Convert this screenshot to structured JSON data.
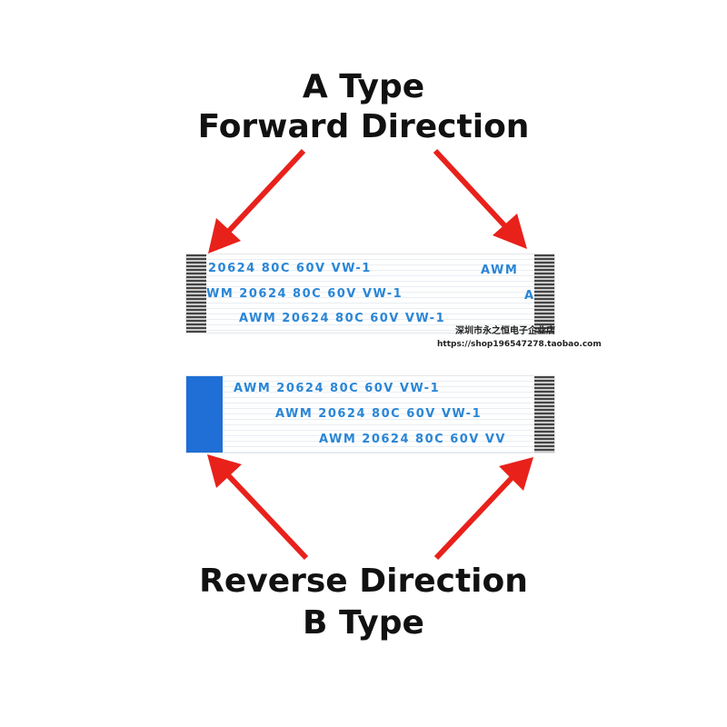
{
  "headings": {
    "top_line1": "A Type",
    "top_line2": "Forward Direction",
    "bottom_line1": "Reverse Direction",
    "bottom_line2": "B Type"
  },
  "cable_a": {
    "row1": "20624  80C  60V  VW-1",
    "row1_tail": "AWM",
    "row2": "WM  20624  80C  60V  VW-1",
    "row2_tail": "A",
    "row3": "AWM  20624  80C  60V  VW-1"
  },
  "cable_b": {
    "row1": "AWM  20624  80C  60V  VW-1",
    "row2": "AWM  20624  80C  60V  VW-1",
    "row3": "AWM  20624  80C  60V  VV"
  },
  "watermark": {
    "shop_name": "深圳市永之恒电子企业店",
    "url": "https://shop196547278.taobao.com"
  },
  "colors": {
    "arrow": "#e8211b",
    "stiffener": "#1f6fd6",
    "print": "#2a86d6"
  }
}
